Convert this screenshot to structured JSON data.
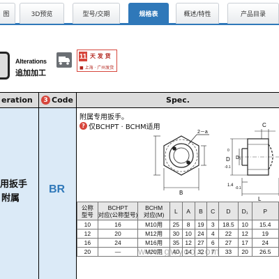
{
  "tabs": [
    {
      "label": "图",
      "active": false
    },
    {
      "label": "3D预览",
      "active": false
    },
    {
      "label": "型号/交期",
      "active": false
    },
    {
      "label": "规格表",
      "active": true
    },
    {
      "label": "概述/特性",
      "active": false
    },
    {
      "label": "产品目录",
      "active": false
    }
  ],
  "alterations": {
    "title_en": "Alterations",
    "title_cn": "追加加工",
    "truck_icon": "truck-icon",
    "ship_days": "11",
    "ship_label": "天 发 货",
    "ship_location": "■ 上海 · 广州发货"
  },
  "table": {
    "header": {
      "alteration": "eration",
      "code_num": "3",
      "code": "Code",
      "spec": "Spec."
    },
    "alteration_text_line1": "用扳手",
    "alteration_text_line2": "附属",
    "code_value": "BR",
    "spec_line1": "附属专用扳手。",
    "spec_line2": "仅BCHPT · BCHM适用",
    "spec_icon": "?",
    "drawing_labels": {
      "two_a": "2－a",
      "c": "C",
      "b": "B",
      "d_label": "D",
      "tol_top": "0",
      "tol_bottom": "-0.1",
      "d1": "D₁",
      "l": "L",
      "dim_14": "1.4",
      "dim_01": "-0.1"
    },
    "spec_table": {
      "headers": [
        "公称\n型号",
        "BCHPT\n对应(公称型号)",
        "BCHM\n对应(M)",
        "L",
        "A",
        "B",
        "C",
        "D",
        "D₁",
        "P"
      ],
      "rows": [
        [
          "10",
          "16",
          "M10用",
          "25",
          "8",
          "19",
          "3",
          "18.5",
          "10",
          "15.4"
        ],
        [
          "12",
          "20",
          "M12用",
          "30",
          "10",
          "24",
          "4",
          "22",
          "12",
          "19"
        ],
        [
          "16",
          "24",
          "M16用",
          "35",
          "12",
          "27",
          "6",
          "27",
          "17",
          "24"
        ],
        [
          "20",
          "—",
          "M20用",
          "40",
          "14",
          "32",
          "7",
          "33",
          "20",
          "26.5"
        ]
      ]
    }
  },
  "watermark": "www.gwyoo.com"
}
